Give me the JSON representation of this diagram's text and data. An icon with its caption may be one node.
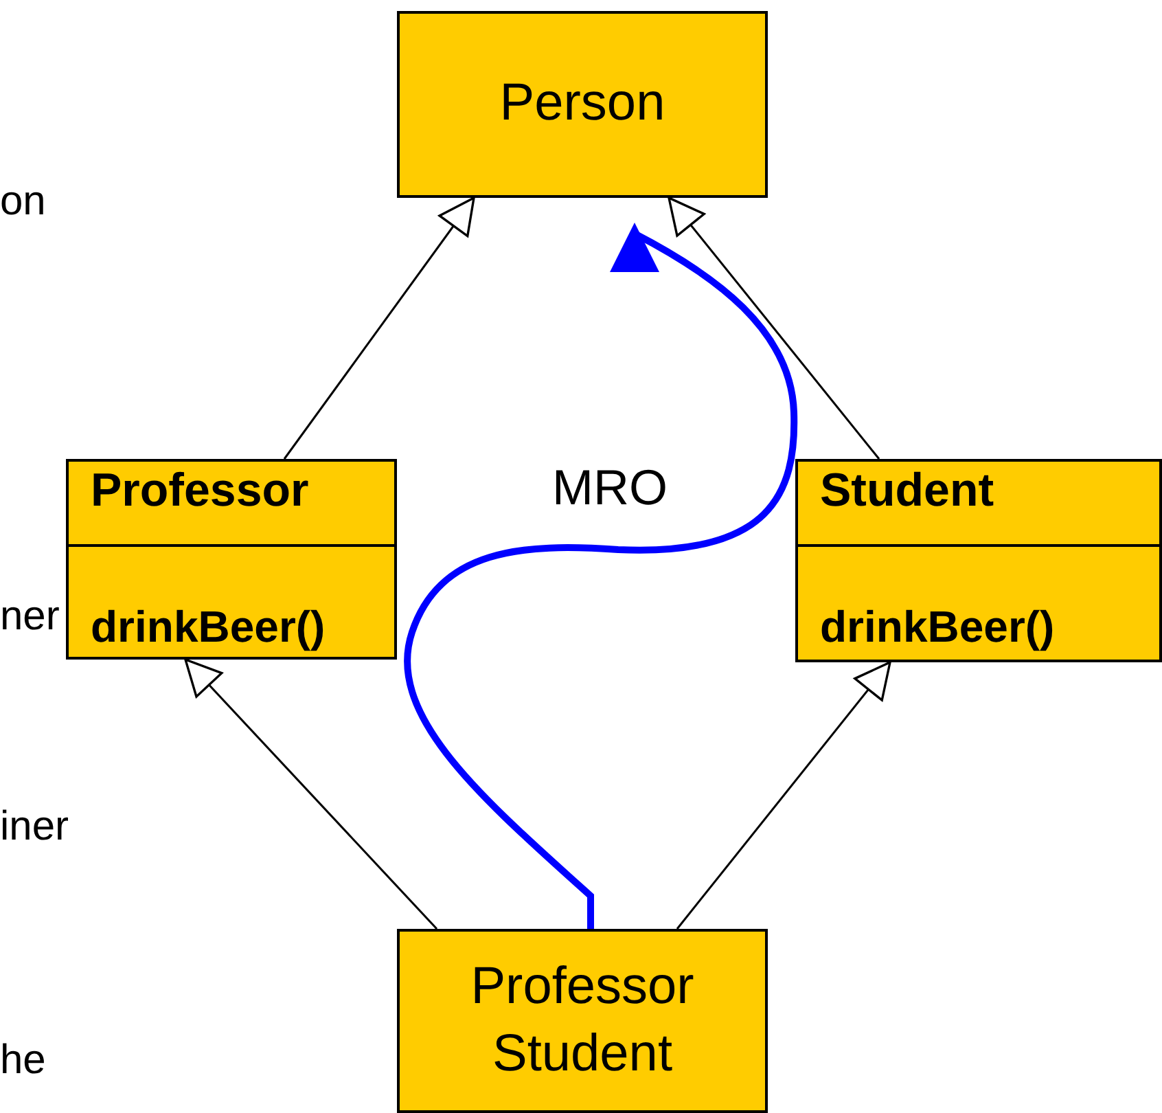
{
  "diagram": {
    "nodes": [
      {
        "text": [
          "Person"
        ]
      },
      {
        "text": [
          "Professor",
          "drinkBeer()"
        ]
      },
      {
        "text": [
          "Student",
          "drinkBeer()"
        ]
      },
      {
        "text": [
          "Professor Student"
        ]
      }
    ],
    "edges": [
      {
        "from": 1,
        "to": 0,
        "arrow": "to"
      },
      {
        "from": 2,
        "to": 0,
        "arrow": "to"
      },
      {
        "from": 3,
        "to": 1,
        "arrow": "to"
      },
      {
        "from": 3,
        "to": 2,
        "arrow": "to"
      },
      {
        "from": 3,
        "to": 0,
        "arrow": "to",
        "label": "MRO",
        "style": "thick",
        "color": "#0000ff"
      }
    ],
    "labels": [
      "on",
      "ner",
      "iner",
      "he"
    ]
  }
}
